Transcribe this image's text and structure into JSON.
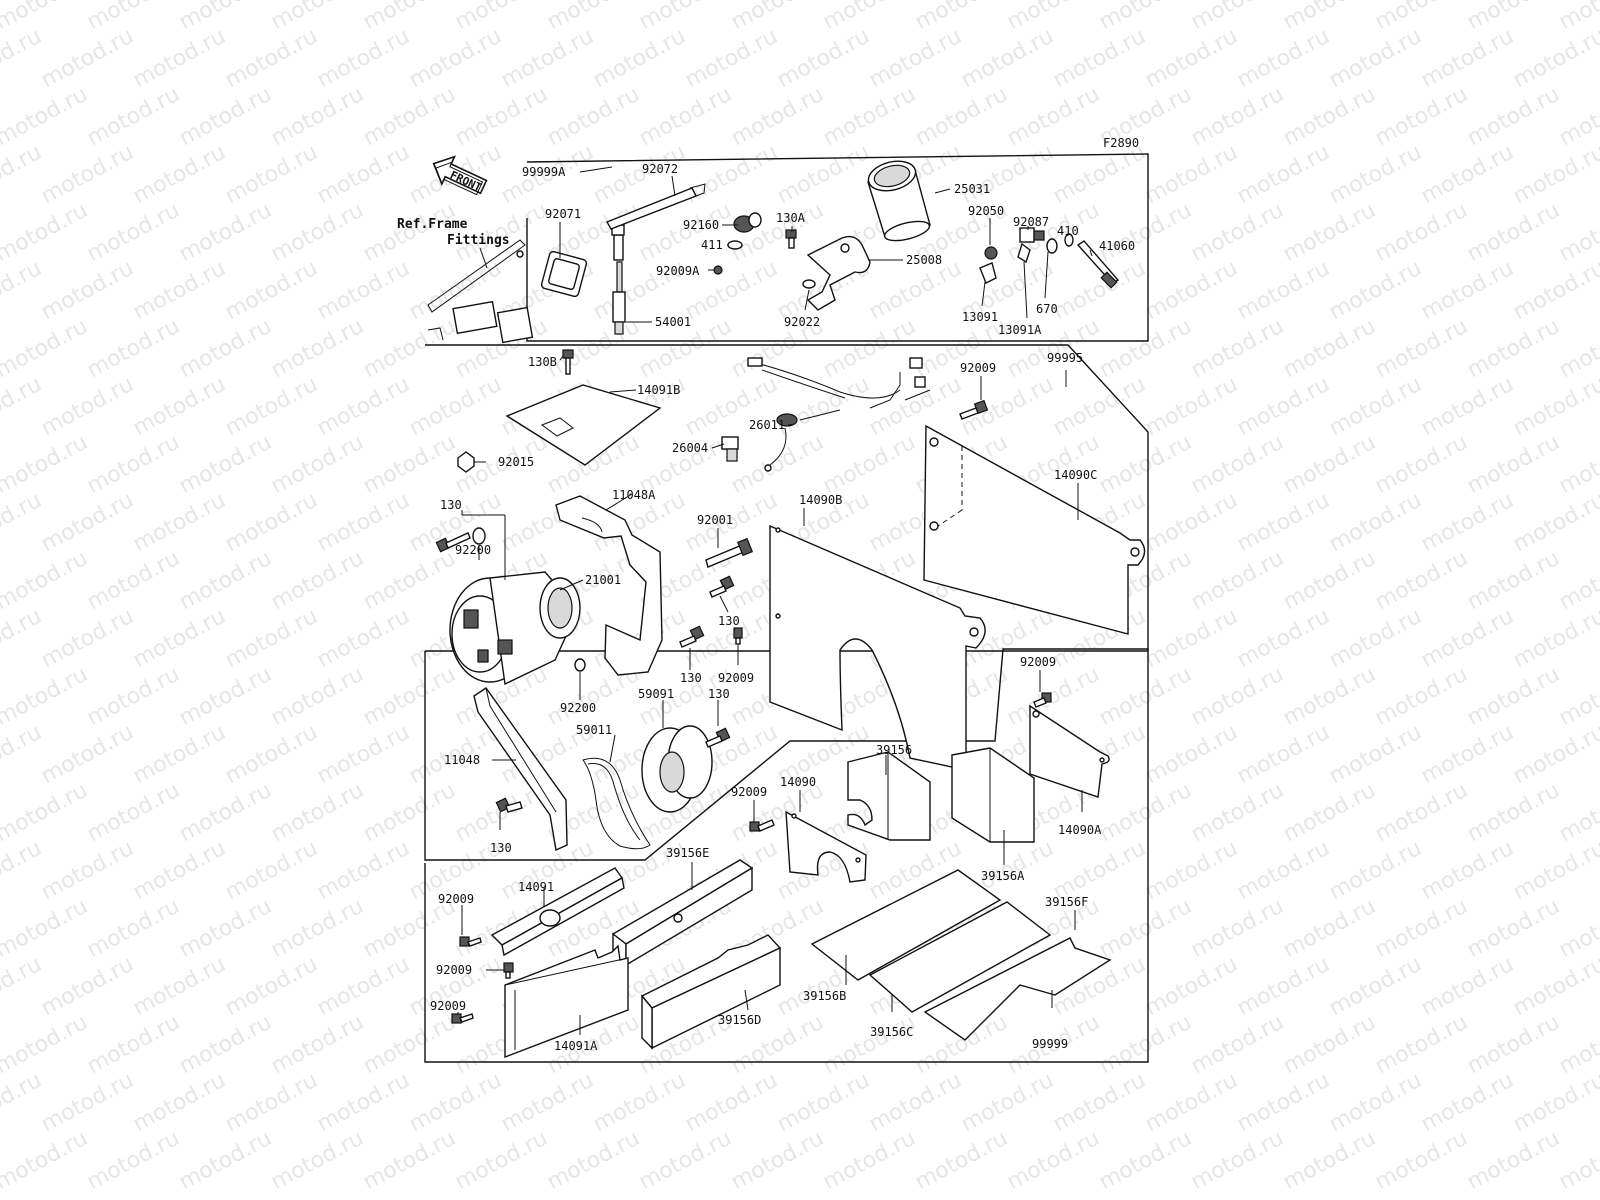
{
  "watermark": "motod.ru",
  "figure_code": "F2890",
  "front_label": "FRONT",
  "ref_note": [
    "Ref.Frame",
    "Fittings"
  ],
  "labels": {
    "p99999A": "99999A",
    "p92072": "92072",
    "p92071": "92071",
    "p92160": "92160",
    "p411": "411",
    "p92009A": "92009A",
    "p54001": "54001",
    "p130A": "130A",
    "p25031": "25031",
    "p25008": "25008",
    "p92022": "92022",
    "p92050": "92050",
    "p92087": "92087",
    "p410": "410",
    "p41060": "41060",
    "p13091": "13091",
    "p670": "670",
    "p13091A": "13091A",
    "p130B": "130B",
    "p14091B": "14091B",
    "p26011": "26011",
    "p26004": "26004",
    "p92009_top": "92009",
    "p99995": "99995",
    "p92015": "92015",
    "p14090C": "14090C",
    "p11048A": "11048A",
    "p130_a": "130",
    "p92001": "92001",
    "p14090B": "14090B",
    "p92200_a": "92200",
    "p21001": "21001",
    "p130_b": "130",
    "p130_c": "130",
    "p92009_mid": "92009",
    "p92200_b": "92200",
    "p59091": "59091",
    "p130_d": "130",
    "p59011": "59011",
    "p92009_right": "92009",
    "p39156": "39156",
    "p11048": "11048",
    "p92009_belt": "92009",
    "p14090": "14090",
    "p14090A": "14090A",
    "p130_e": "130",
    "p39156E": "39156E",
    "p39156A": "39156A",
    "p14091": "14091",
    "p92009_l1": "92009",
    "p39156F": "39156F",
    "p92009_l2": "92009",
    "p39156B": "39156B",
    "p39156D": "39156D",
    "p92009_l3": "92009",
    "p39156C": "39156C",
    "p99999": "99999",
    "p14091A": "14091A"
  }
}
